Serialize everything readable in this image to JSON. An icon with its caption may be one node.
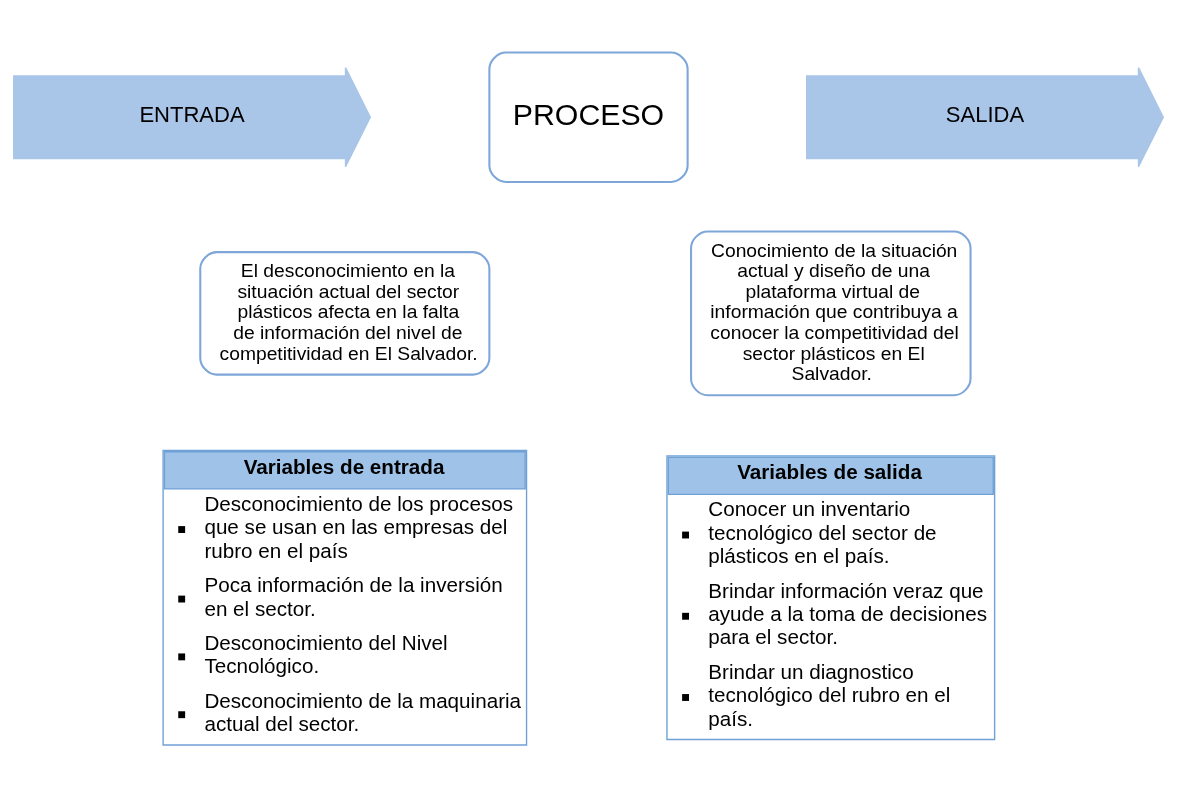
{
  "diagram": {
    "nodes": [
      {
        "text": [
          "ENTRADA"
        ]
      },
      {
        "text": [
          "PROCESO"
        ]
      },
      {
        "text": [
          "SALIDA"
        ]
      },
      {
        "text": [
          "El desconocimiento en la situación actual del sector plásticos afecta en la falta de información del nivel de competitividad en El Salvador."
        ]
      },
      {
        "text": [
          "Conocimiento de la situación actual y diseño de una plataforma virtual de información que contribuya a conocer la competitividad del sector plásticos en El Salvador."
        ]
      },
      {
        "text": [
          "Variables de entrada",
          "Desconocimiento de los procesos que se usan en las empresas del rubro en el país",
          "Poca información de la inversión en el sector.",
          "Desconocimiento del Nivel Tecnológico.",
          "Desconocimiento de la maquinaria actual del sector."
        ]
      },
      {
        "text": [
          "Variables de salida",
          "Conocer un inventario tecnológico del sector de plásticos en el país.",
          "Brindar información veraz que ayude a la toma de decisiones para el sector.",
          "Brindar un diagnostico tecnológico del rubro en el país."
        ]
      }
    ],
    "edges": []
  }
}
